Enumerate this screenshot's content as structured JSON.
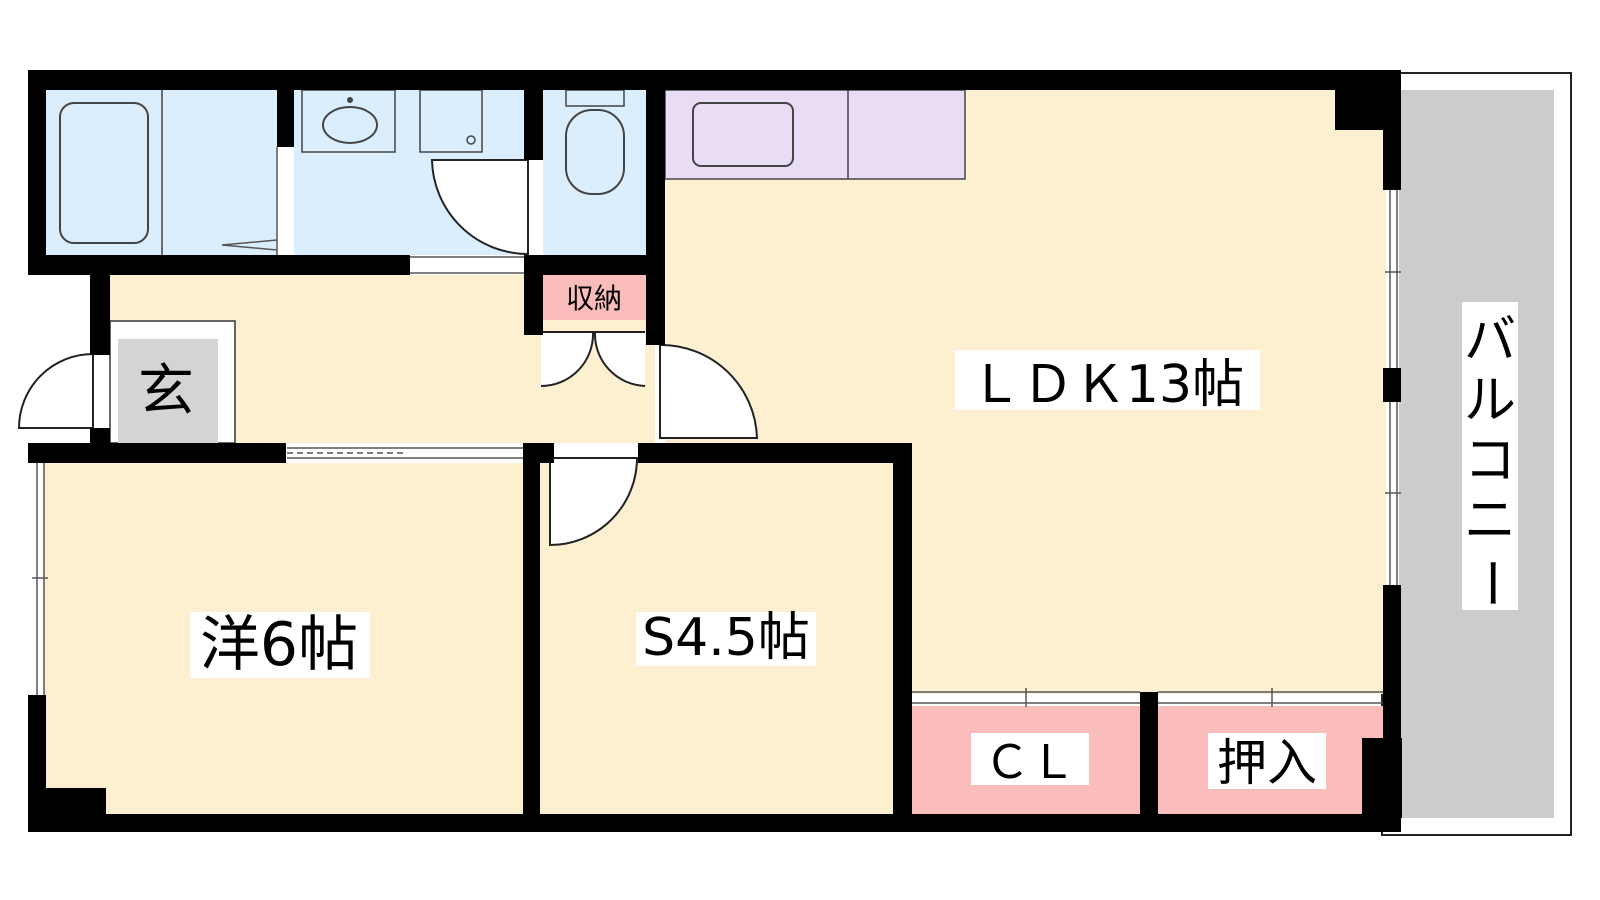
{
  "rooms": {
    "ldk": "ＬＤＫ13帖",
    "western": "洋6帖",
    "service": "S4.5帖",
    "entrance": "玄",
    "storage": "収納",
    "closet": "ＣＬ",
    "oshiire": "押入",
    "balcony_chars": [
      "バ",
      "ル",
      "コ",
      "ニ",
      "ー"
    ]
  },
  "colors": {
    "wall": "#000000",
    "room_floor": "#fdf0d0",
    "wet_area": "#dbeefd",
    "kitchen": "#e9dcf5",
    "storage": "#fbbcbc",
    "entrance_floor": "#d4d4d4",
    "balcony": "#cccccc"
  }
}
